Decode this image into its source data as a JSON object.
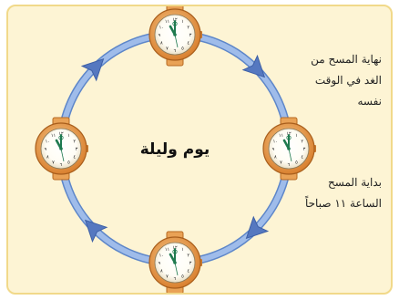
{
  "diagram": {
    "center_label": "يوم وليلة",
    "note_end_lines": [
      "نهاية المسح من",
      "الغد في الوقت",
      "نفسه"
    ],
    "note_start_lines": [
      "بداية المسح",
      "الساعة ١١ صباحاً"
    ],
    "clocks": [
      {
        "position": "top"
      },
      {
        "position": "right"
      },
      {
        "position": "bottom"
      },
      {
        "position": "left"
      }
    ],
    "colors": {
      "panel_bg": "#fdf4d4",
      "panel_border": "#f1d98a",
      "cycle_arrow": "#7ea2df",
      "clock_rim": "#e9a256",
      "clock_face": "#ffffff",
      "clock_hands": "#1f7a4f"
    },
    "icons": [
      "wristwatch-icon",
      "cycle-arrow-icon"
    ]
  }
}
